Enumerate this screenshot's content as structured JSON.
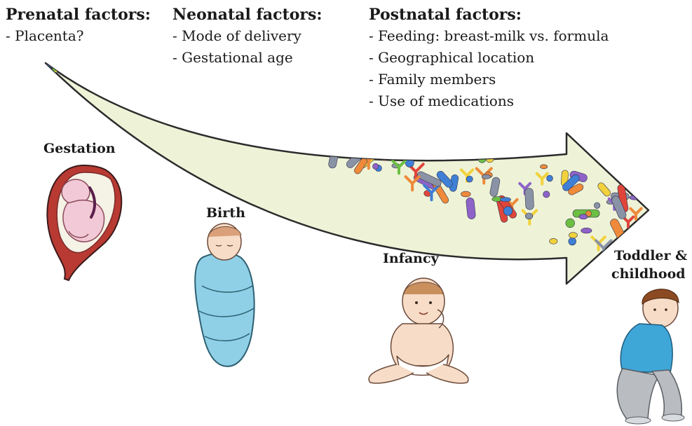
{
  "factors": [
    {
      "title": "Prenatal factors:",
      "items": [
        "- Placenta?"
      ]
    },
    {
      "title": "Neonatal factors:",
      "items": [
        "- Mode of delivery",
        "- Gestational age"
      ]
    },
    {
      "title": "Postnatal factors:",
      "items": [
        "- Feeding: breast-milk vs. formula",
        "- Geographical location",
        "- Family members",
        "- Use of medications"
      ]
    }
  ],
  "stages": {
    "gestation": "Gestation",
    "birth": "Birth",
    "infancy": "Infancy",
    "toddler_line1": "Toddler &",
    "toddler_line2": "childhood"
  },
  "colors": {
    "arrow_fill": "#eef3d8",
    "arrow_outline": "#2b2b2b",
    "microbe_blue": "#3f7fd6",
    "microbe_orange": "#ee8a3a",
    "microbe_green": "#6cbf43",
    "microbe_purple": "#8e63c8",
    "microbe_red": "#e0453a",
    "microbe_yellow": "#f2d23c",
    "microbe_gray": "#8a93a6",
    "swaddle_blue": "#8fd0e6",
    "shirt_blue": "#3fa6d8",
    "pants_gray": "#b9bcc0",
    "skin": "#f7dcc7",
    "womb_red": "#b83a33",
    "fetus_pink": "#f2c9d6"
  }
}
